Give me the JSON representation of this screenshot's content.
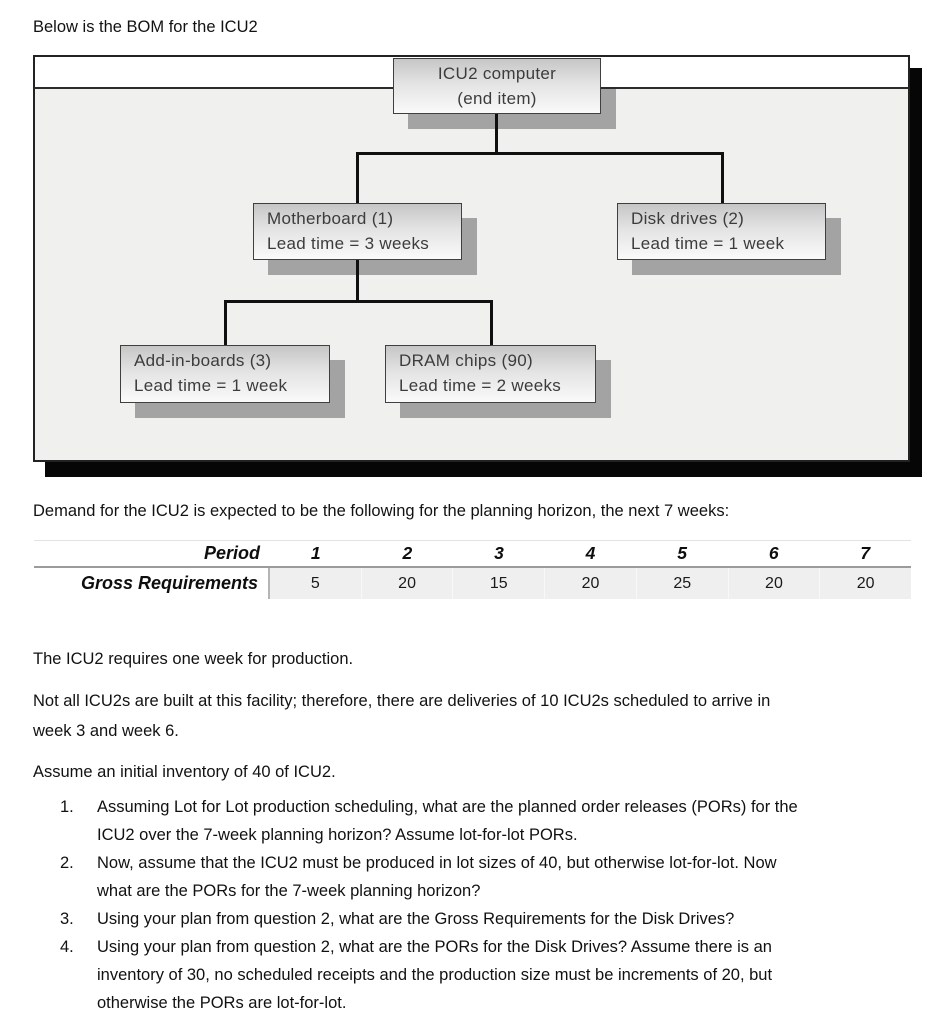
{
  "intro": "Below is the BOM for the ICU2",
  "bom": {
    "root": {
      "line1": "ICU2 computer",
      "line2": "(end item)"
    },
    "motherboard": {
      "line1": "Motherboard (1)",
      "line2": "Lead time = 3 weeks"
    },
    "disk_drives": {
      "line1": "Disk drives (2)",
      "line2": "Lead time = 1 week"
    },
    "add_in_boards": {
      "line1": "Add-in-boards (3)",
      "line2": "Lead time = 1 week"
    },
    "dram_chips": {
      "line1": "DRAM chips (90)",
      "line2": "Lead time = 2 weeks"
    }
  },
  "demand_intro": "Demand for the ICU2 is expected to be the following for the planning horizon, the next 7 weeks:",
  "demand_table": {
    "period_label": "Period",
    "periods": [
      "1",
      "2",
      "3",
      "4",
      "5",
      "6",
      "7"
    ],
    "gross_label": "Gross Requirements",
    "gross_values": [
      "5",
      "20",
      "15",
      "20",
      "25",
      "20",
      "20"
    ]
  },
  "paragraphs": {
    "p1": "The ICU2 requires one week for production.",
    "p2_lines": [
      "Not all ICU2s are built at this facility; therefore, there are deliveries of 10 ICU2s scheduled to arrive in",
      "week 3 and week 6."
    ],
    "p3": "Assume an initial inventory of 40 of ICU2."
  },
  "questions": [
    {
      "num": "1.",
      "lines": [
        "Assuming Lot for Lot production scheduling, what are the planned order releases (PORs) for the",
        "ICU2 over the 7-week planning horizon?  Assume lot-for-lot PORs."
      ]
    },
    {
      "num": "2.",
      "lines": [
        "Now, assume that the ICU2 must be produced in lot sizes of 40, but otherwise lot-for-lot.  Now",
        "what are the PORs for the 7-week planning horizon?"
      ]
    },
    {
      "num": "3.",
      "lines": [
        "Using your plan from question 2, what are the Gross Requirements for the Disk Drives?"
      ]
    },
    {
      "num": "4.",
      "lines": [
        "Using your plan from question 2, what are the PORs for the Disk Drives?  Assume there is an",
        "inventory of 30, no scheduled receipts and the production size must be increments of 20, but",
        "otherwise the PORs are lot-for-lot."
      ]
    }
  ],
  "colors": {
    "figure_background": "#f0f0ef",
    "figure_shadow": "#060606",
    "node_shadow": "#a3a3a3",
    "table_data_background": "#efefef"
  }
}
